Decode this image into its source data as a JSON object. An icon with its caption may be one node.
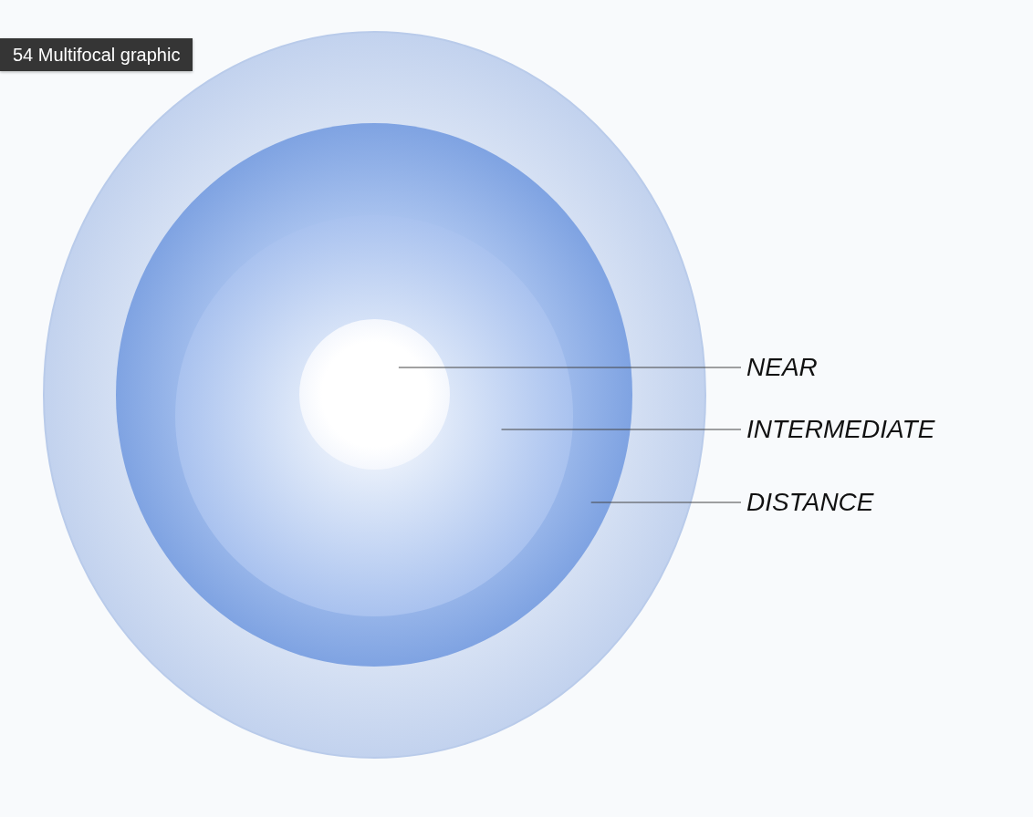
{
  "diagram": {
    "title": "54 Multifocal graphic",
    "nodes": [
      {
        "text": [],
        "shape": "circle"
      },
      {
        "text": [],
        "shape": "circle",
        "in": 0
      },
      {
        "text": [],
        "shape": "circle",
        "in": 1
      },
      {
        "text": [],
        "shape": "circle",
        "in": 2
      },
      {
        "text": [
          "NEAR"
        ]
      },
      {
        "text": [
          "INTERMEDIATE"
        ]
      },
      {
        "text": [
          "DISTANCE"
        ]
      }
    ],
    "edges": [
      {
        "from": 4,
        "to": 3,
        "arrow": "none"
      },
      {
        "from": 5,
        "to": 2,
        "arrow": "none"
      },
      {
        "from": 6,
        "to": 1,
        "arrow": "none"
      }
    ]
  }
}
